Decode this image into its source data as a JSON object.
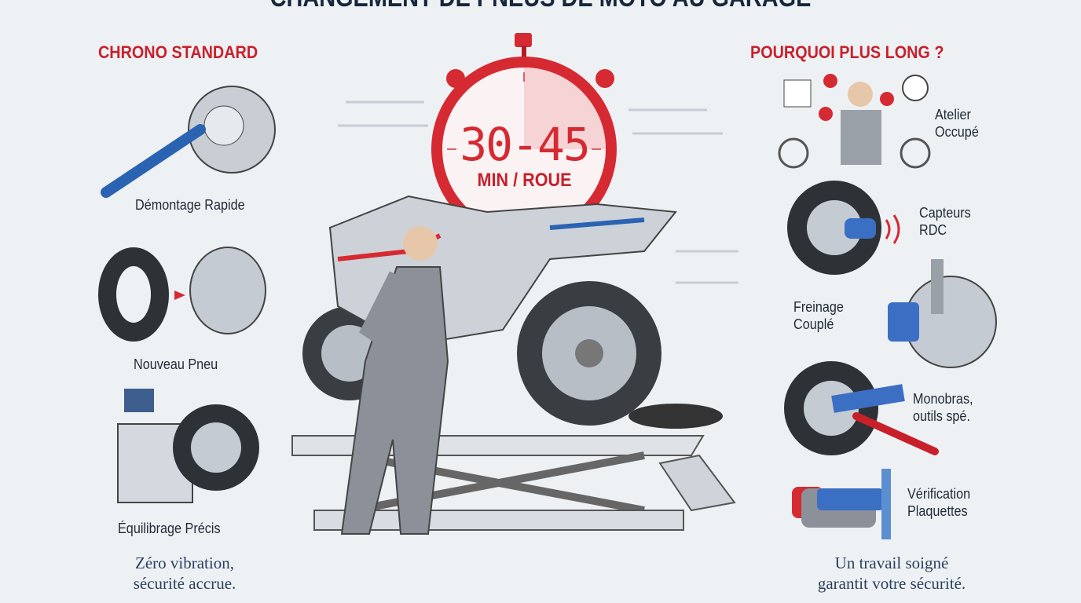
{
  "title": "CHANGEMENT DE PNEUS DE MOTO AU GARAGE",
  "left": {
    "heading": "CHRONO STANDARD",
    "items": [
      {
        "label": "Démontage Rapide",
        "icon": "wrench-wheel-icon"
      },
      {
        "label": "Nouveau Pneu",
        "icon": "tire-wheel-icon"
      },
      {
        "label": "Équilibrage Précis",
        "icon": "balancer-icon"
      }
    ],
    "footer_line1": "Zéro vibration,",
    "footer_line2": "sécurité accrue."
  },
  "center": {
    "time": "30-45",
    "unit": "MIN / ROUE",
    "progress_fraction": 0.25
  },
  "right": {
    "heading": "POURQUOI PLUS LONG ?",
    "items": [
      {
        "line1": "Atelier",
        "line2": "Occupé",
        "icon": "busy-workshop-icon"
      },
      {
        "line1": "Capteurs",
        "line2": "RDC",
        "icon": "pressure-sensor-icon"
      },
      {
        "line1": "Freinage",
        "line2": "Couplé",
        "icon": "brake-disc-icon"
      },
      {
        "line1": "Monobras,",
        "line2": "outils spé.",
        "icon": "single-arm-tool-icon"
      },
      {
        "line1": "Vérification",
        "line2": "Plaquettes",
        "icon": "brake-pad-icon"
      }
    ],
    "footer_line1": "Un travail soigné",
    "footer_line2": "garantit votre sécurité."
  },
  "colors": {
    "accent": "#c8202b",
    "navy": "#16273d",
    "background": "#eef1f4"
  }
}
